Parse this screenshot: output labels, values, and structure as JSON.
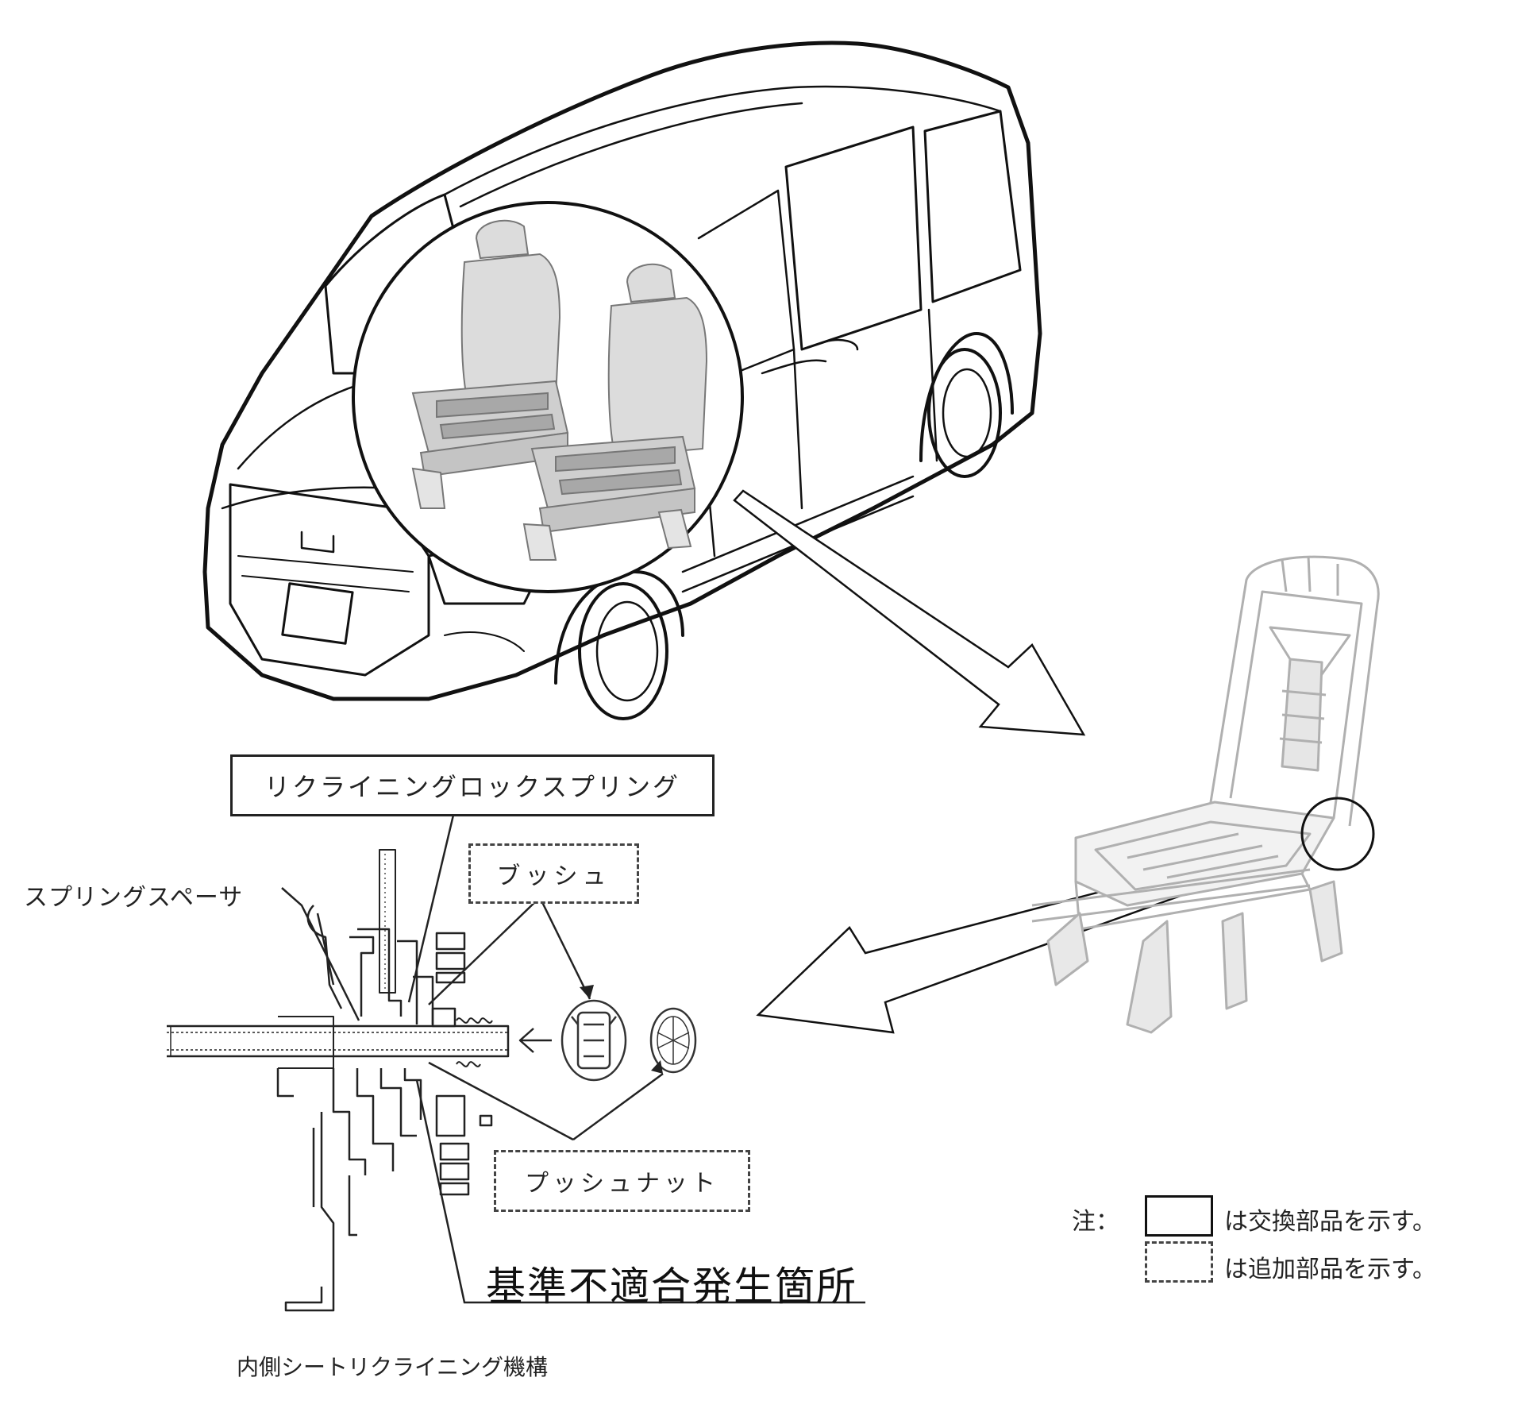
{
  "labels": {
    "reclining_lock_spring": "リクライニングロックスプリング",
    "bush": "ブッシュ",
    "spring_spacer": "スプリングスペーサ",
    "push_nut": "プッシュナット",
    "nonconformity_location": "基準不適合発生箇所",
    "mechanism_caption": "内側シートリクライニング機構"
  },
  "legend": {
    "note_prefix": "注：",
    "replacement_text": "は交換部品を示す。",
    "addition_text": "は追加部品を示す。"
  }
}
